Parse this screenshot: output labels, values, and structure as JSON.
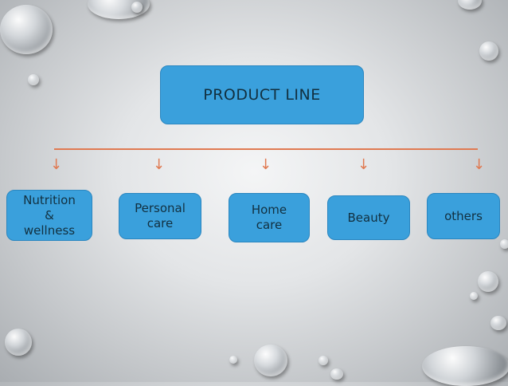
{
  "diagram": {
    "root": {
      "label": "PRODUCT LINE"
    },
    "children": [
      {
        "label": "Nutrition\n&\nwellness"
      },
      {
        "label": "Personal\ncare"
      },
      {
        "label": "Home\ncare"
      },
      {
        "label": "Beauty"
      },
      {
        "label": "others"
      }
    ]
  },
  "colors": {
    "box_fill": "#3aa0dc",
    "connector": "#e07a52"
  }
}
